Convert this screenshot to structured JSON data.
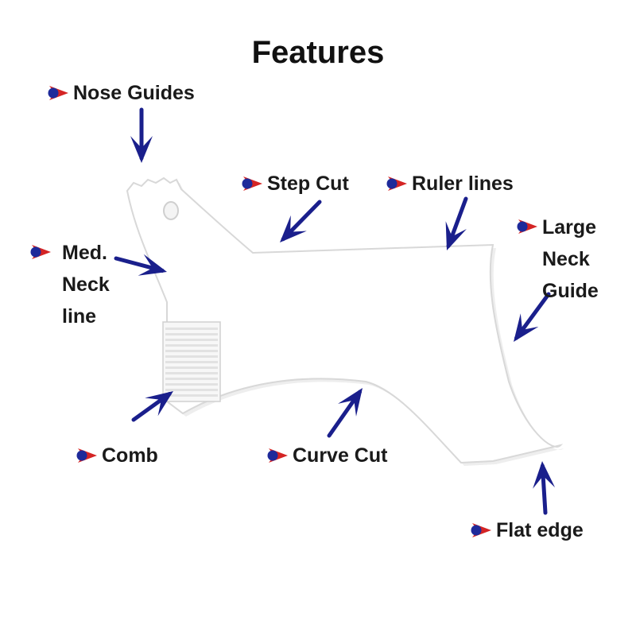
{
  "title": "Features",
  "colors": {
    "arrow": "#1a1f8c",
    "bullet_dot": "#1e2a9a",
    "bullet_chevron": "#d42424",
    "text": "#1a1a1a",
    "tool_fill": "#ffffff",
    "tool_outline": "#dcdcdc"
  },
  "labels": {
    "nose_guides": "Nose Guides",
    "step_cut": "Step Cut",
    "ruler_lines": "Ruler lines",
    "large_neck_guide": [
      "Large",
      "Neck",
      "Guide"
    ],
    "med_neck_line": [
      "Med.",
      "Neck",
      "line"
    ],
    "comb": "Comb",
    "curve_cut": "Curve Cut",
    "flat_edge": "Flat edge"
  },
  "icons": {
    "bullet": "red-chevron-with-blue-dot-icon",
    "pointer": "navy-arrow-icon"
  }
}
